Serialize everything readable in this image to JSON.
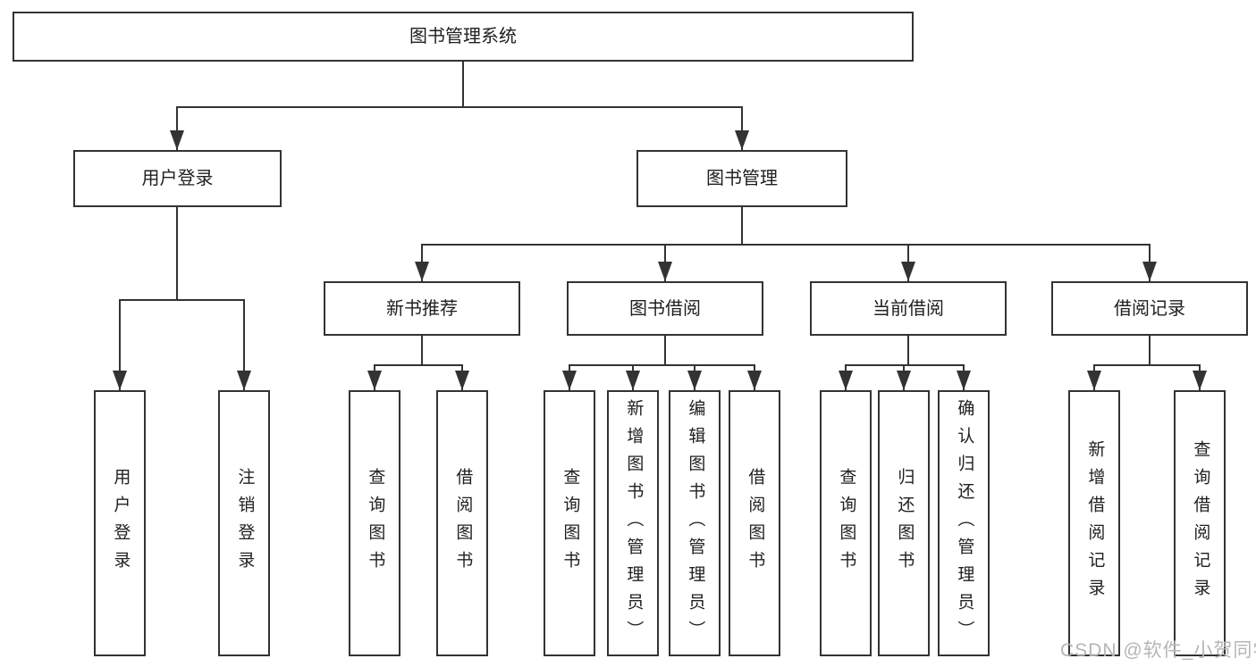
{
  "tree": {
    "root": {
      "label": "图书管理系统",
      "children": [
        {
          "label": "用户登录",
          "children": [
            {
              "label": "用户登录"
            },
            {
              "label": "注销登录"
            }
          ]
        },
        {
          "label": "图书管理",
          "children": [
            {
              "label": "新书推荐",
              "children": [
                {
                  "label": "查询图书"
                },
                {
                  "label": "借阅图书"
                }
              ]
            },
            {
              "label": "图书借阅",
              "children": [
                {
                  "label": "查询图书"
                },
                {
                  "label": "新增图书（管理员）"
                },
                {
                  "label": "编辑图书（管理员）"
                },
                {
                  "label": "借阅图书"
                }
              ]
            },
            {
              "label": "当前借阅",
              "children": [
                {
                  "label": "查询图书"
                },
                {
                  "label": "归还图书"
                },
                {
                  "label": "确认归还（管理员）"
                }
              ]
            },
            {
              "label": "借阅记录",
              "children": [
                {
                  "label": "新增借阅记录"
                },
                {
                  "label": "查询借阅记录"
                }
              ]
            }
          ]
        }
      ]
    }
  },
  "watermark": {
    "text": "CSDN @软件_小贺同学"
  },
  "colors": {
    "line": "#333333",
    "text": "#202020",
    "background": "#ffffff",
    "watermark": "#b5b5b5"
  }
}
